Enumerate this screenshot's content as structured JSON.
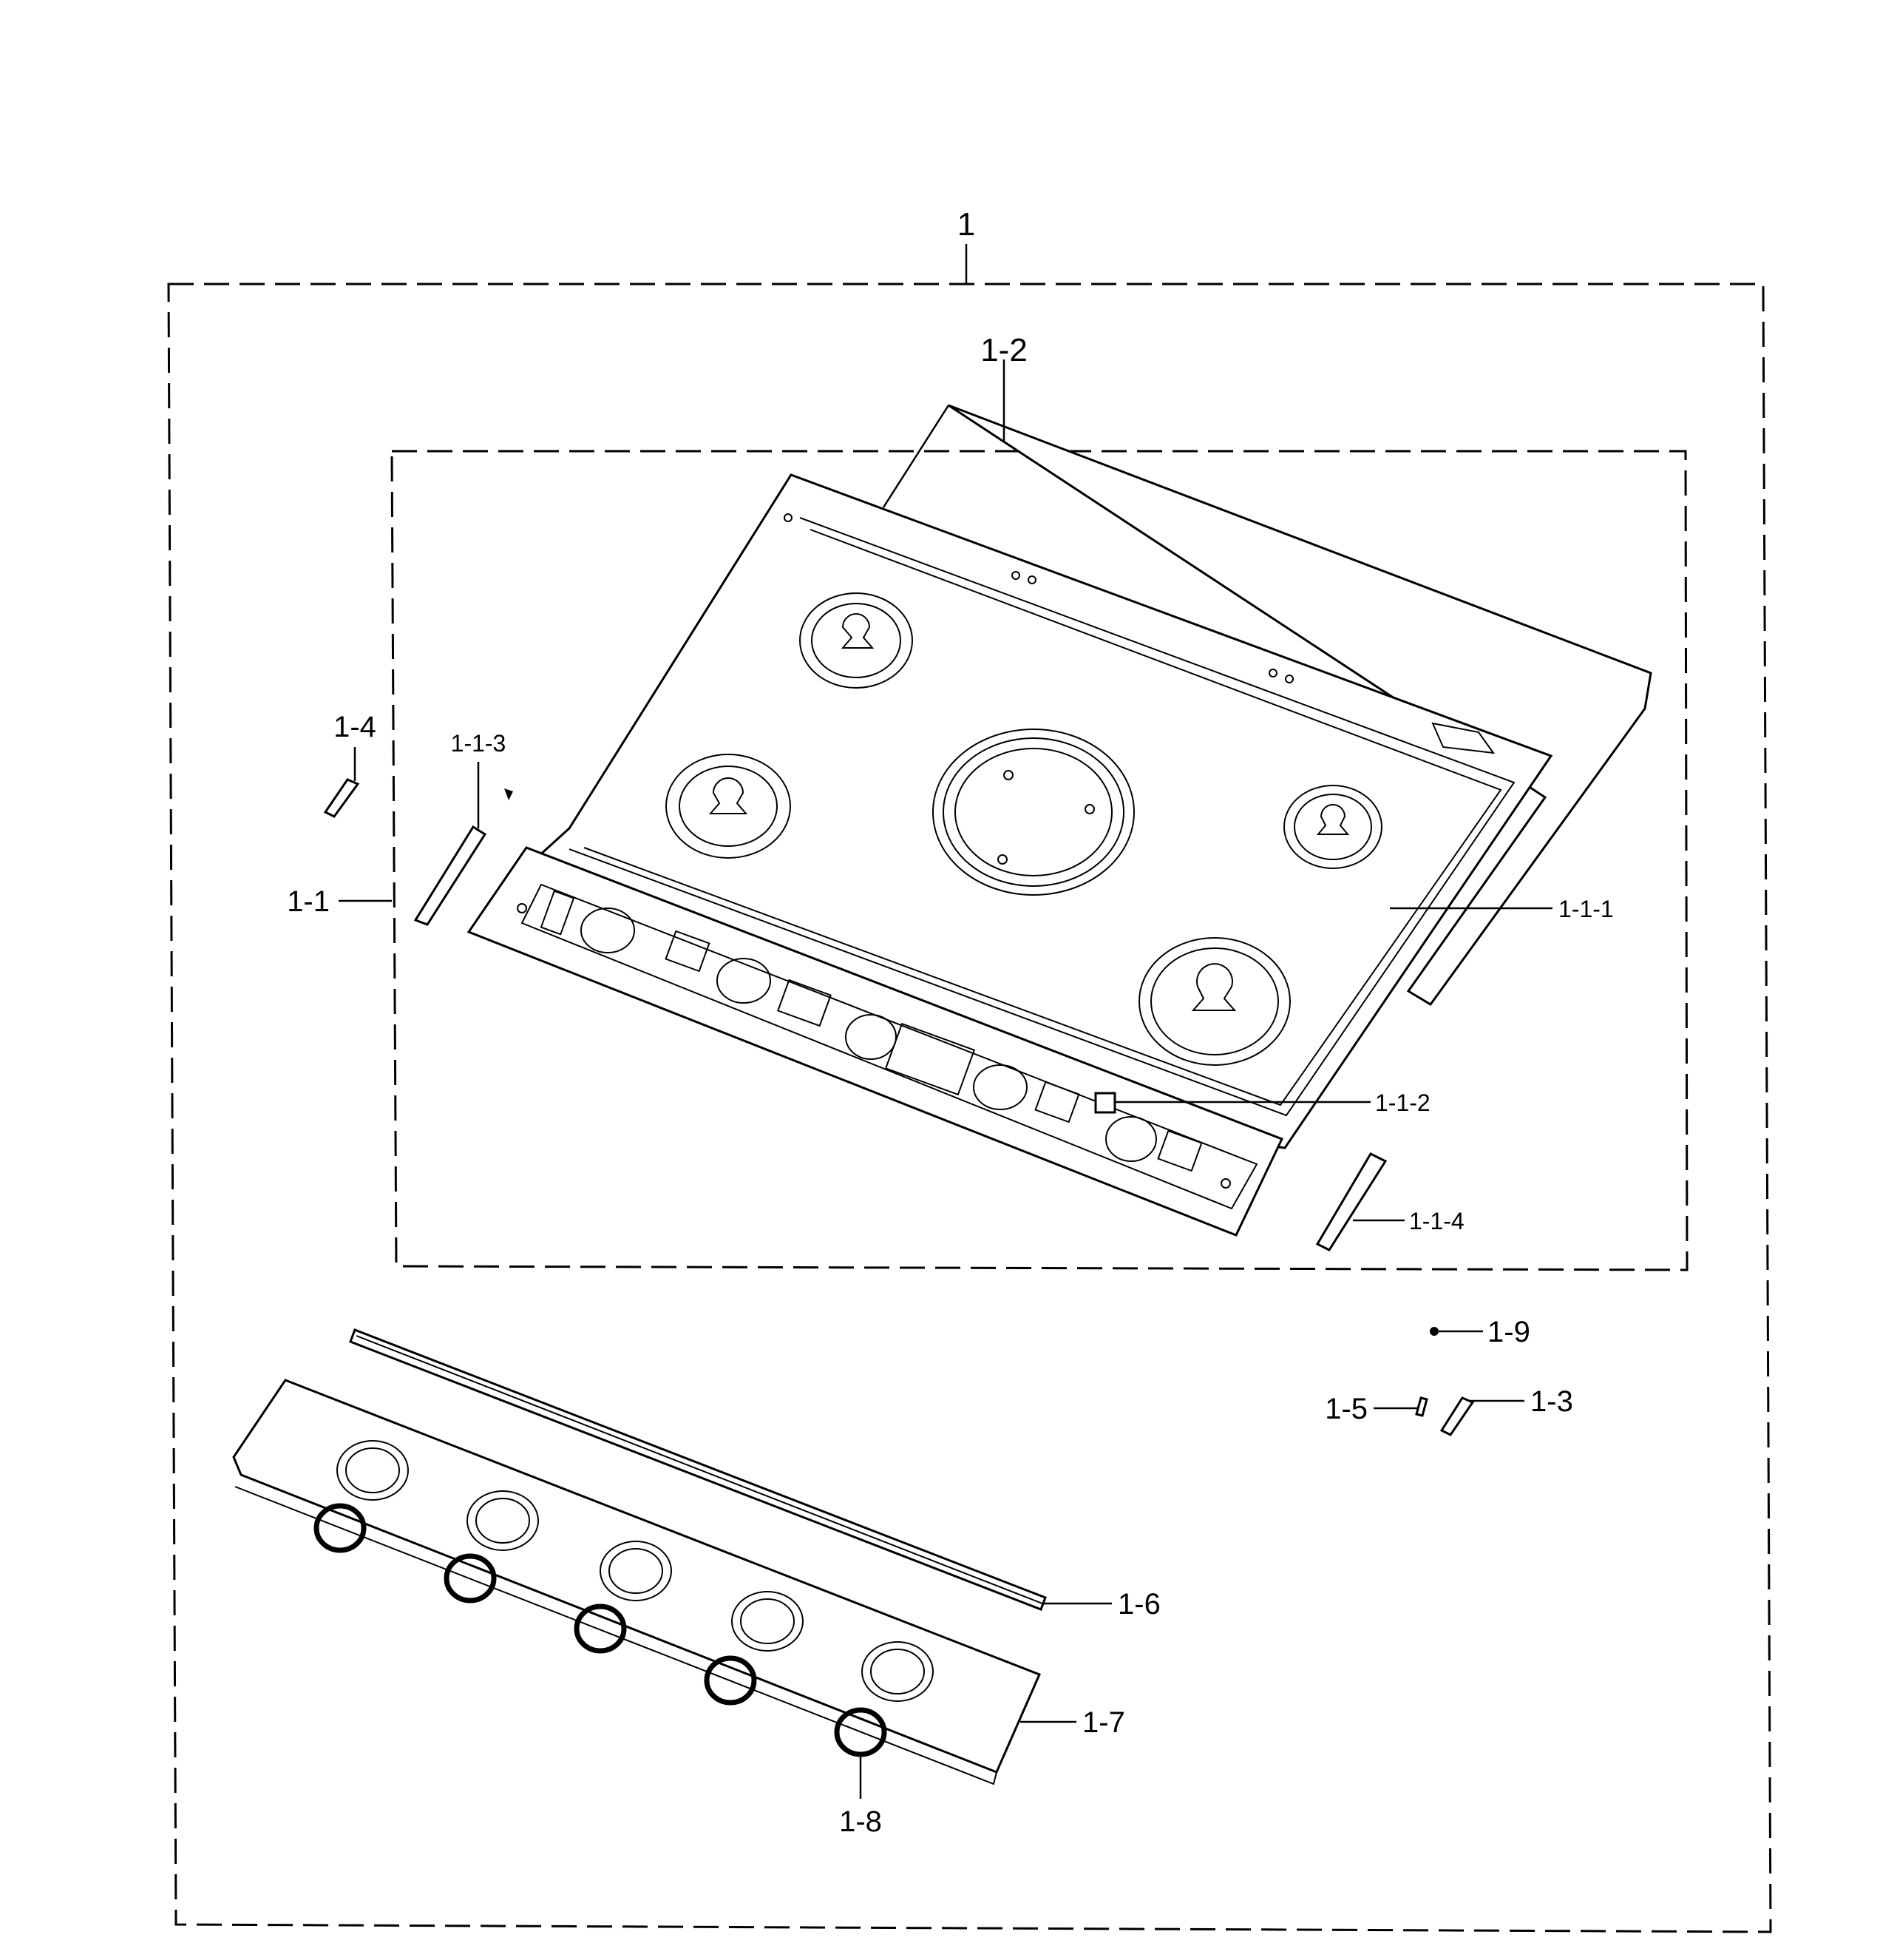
{
  "diagram": {
    "labels": {
      "assembly": "1",
      "glass_top": "1-2",
      "frame": "1-1",
      "top_plate": "1-1-1",
      "bracket": "1-1-2",
      "side_left": "1-1-3",
      "side_right": "1-1-4",
      "hinge_left": "1-4",
      "hinge_right": "1-3",
      "pin": "1-5",
      "strip": "1-6",
      "control_panel": "1-7",
      "knob_ring": "1-8",
      "screw": "1-9"
    }
  }
}
